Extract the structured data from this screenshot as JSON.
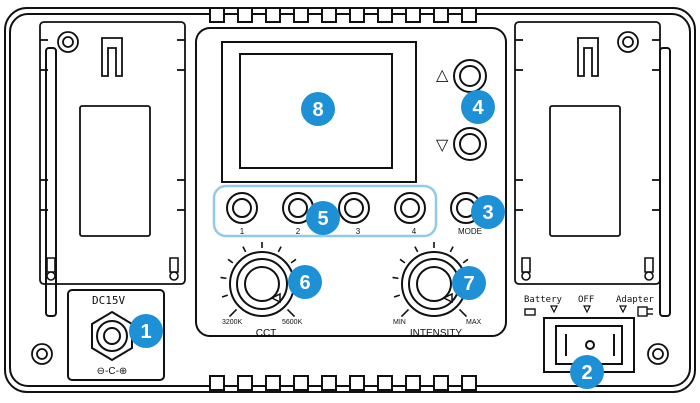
{
  "colors": {
    "badge": "#1e90d6",
    "button_group_outline": "#8fcbe6",
    "line": "#111111"
  },
  "callouts": [
    "1",
    "2",
    "3",
    "4",
    "5",
    "6",
    "7",
    "8"
  ],
  "labels": {
    "dc_input": "DC15V",
    "dc_polarity": "⊖-C-⊕",
    "power_switch": {
      "battery": "Battery",
      "off": "OFF",
      "adapter": "Adapter"
    },
    "mode": "MODE",
    "buttons": [
      "1",
      "2",
      "3",
      "4"
    ],
    "cct": {
      "name": "CCT",
      "min": "3200K",
      "max": "5600K"
    },
    "intensity": {
      "name": "INTENSITY",
      "min": "MIN",
      "max": "MAX"
    },
    "arrows": {
      "up": "△",
      "down": "▽"
    }
  }
}
